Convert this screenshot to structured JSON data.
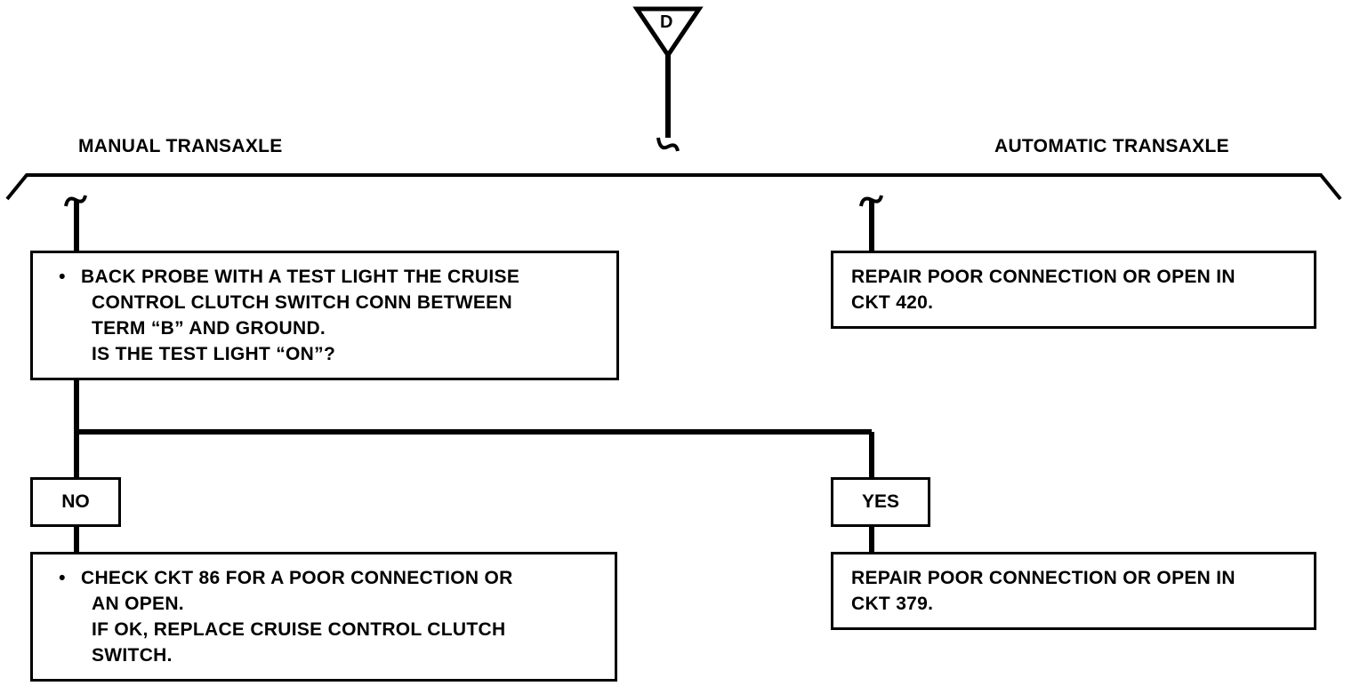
{
  "connector": {
    "letter": "D"
  },
  "branches": {
    "left_label": "MANUAL TRANSAXLE",
    "right_label": "AUTOMATIC TRANSAXLE"
  },
  "boxes": {
    "manual_test": {
      "bullet": "•",
      "lines": [
        "BACK PROBE WITH A TEST LIGHT THE CRUISE",
        "CONTROL CLUTCH SWITCH CONN BETWEEN",
        "TERM “B” AND GROUND."
      ],
      "question": "IS THE TEST LIGHT “ON”?"
    },
    "auto_repair": {
      "lines": [
        "REPAIR POOR CONNECTION OR OPEN IN",
        "CKT 420."
      ]
    },
    "no_action": {
      "bullet": "•",
      "lines": [
        "CHECK CKT 86 FOR A POOR CONNECTION OR",
        "AN OPEN."
      ],
      "followup": [
        "IF OK, REPLACE CRUISE CONTROL CLUTCH",
        "SWITCH."
      ]
    },
    "yes_action": {
      "lines": [
        "REPAIR POOR CONNECTION OR OPEN IN",
        "CKT 379."
      ]
    }
  },
  "answers": {
    "no": "NO",
    "yes": "YES"
  }
}
